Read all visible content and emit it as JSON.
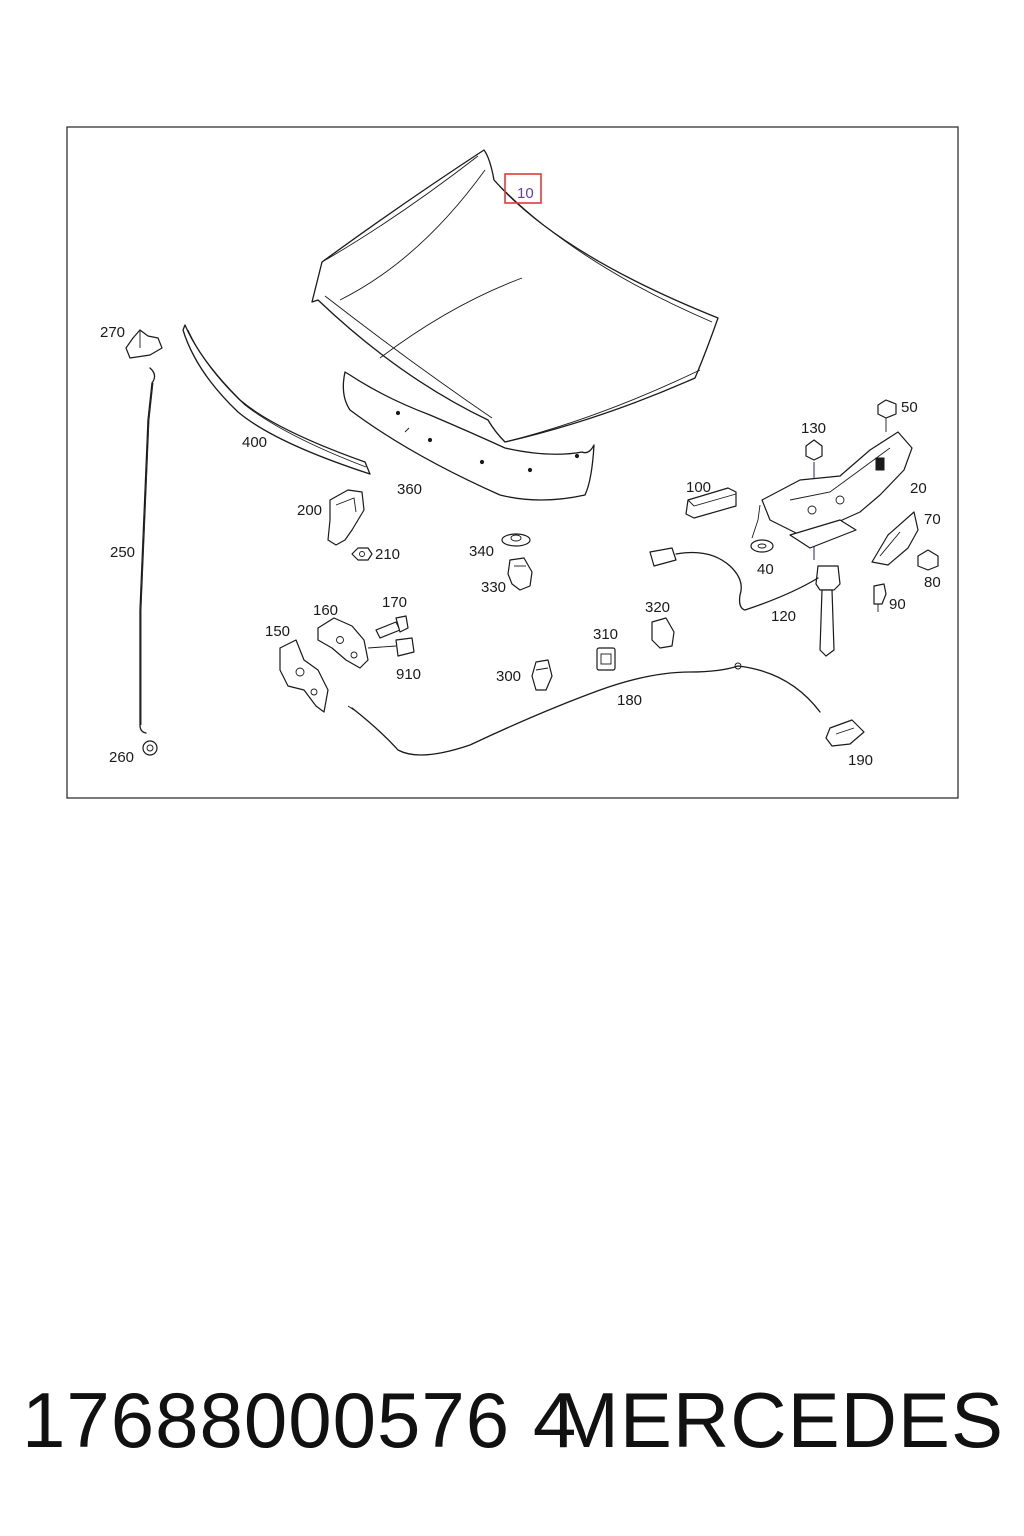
{
  "diagram": {
    "frame_color": "#333333",
    "highlight_color": "#e03a3a",
    "parts": [
      {
        "id": "10",
        "label": "10",
        "name": "hood-panel",
        "highlighted": true
      },
      {
        "id": "20",
        "label": "20"
      },
      {
        "id": "40",
        "label": "40"
      },
      {
        "id": "50",
        "label": "50"
      },
      {
        "id": "70",
        "label": "70"
      },
      {
        "id": "80",
        "label": "80"
      },
      {
        "id": "90",
        "label": "90"
      },
      {
        "id": "100",
        "label": "100"
      },
      {
        "id": "120",
        "label": "120"
      },
      {
        "id": "130",
        "label": "130"
      },
      {
        "id": "150",
        "label": "150"
      },
      {
        "id": "160",
        "label": "160"
      },
      {
        "id": "170",
        "label": "170"
      },
      {
        "id": "180",
        "label": "180"
      },
      {
        "id": "190",
        "label": "190"
      },
      {
        "id": "200",
        "label": "200"
      },
      {
        "id": "210",
        "label": "210"
      },
      {
        "id": "250",
        "label": "250"
      },
      {
        "id": "260",
        "label": "260"
      },
      {
        "id": "270",
        "label": "270"
      },
      {
        "id": "300",
        "label": "300"
      },
      {
        "id": "310",
        "label": "310"
      },
      {
        "id": "320",
        "label": "320"
      },
      {
        "id": "330",
        "label": "330"
      },
      {
        "id": "340",
        "label": "340"
      },
      {
        "id": "360",
        "label": "360"
      },
      {
        "id": "400",
        "label": "400"
      },
      {
        "id": "910",
        "label": "910"
      }
    ]
  },
  "footer": {
    "part_number": "17688000576 4",
    "brand": "MERCEDES"
  }
}
